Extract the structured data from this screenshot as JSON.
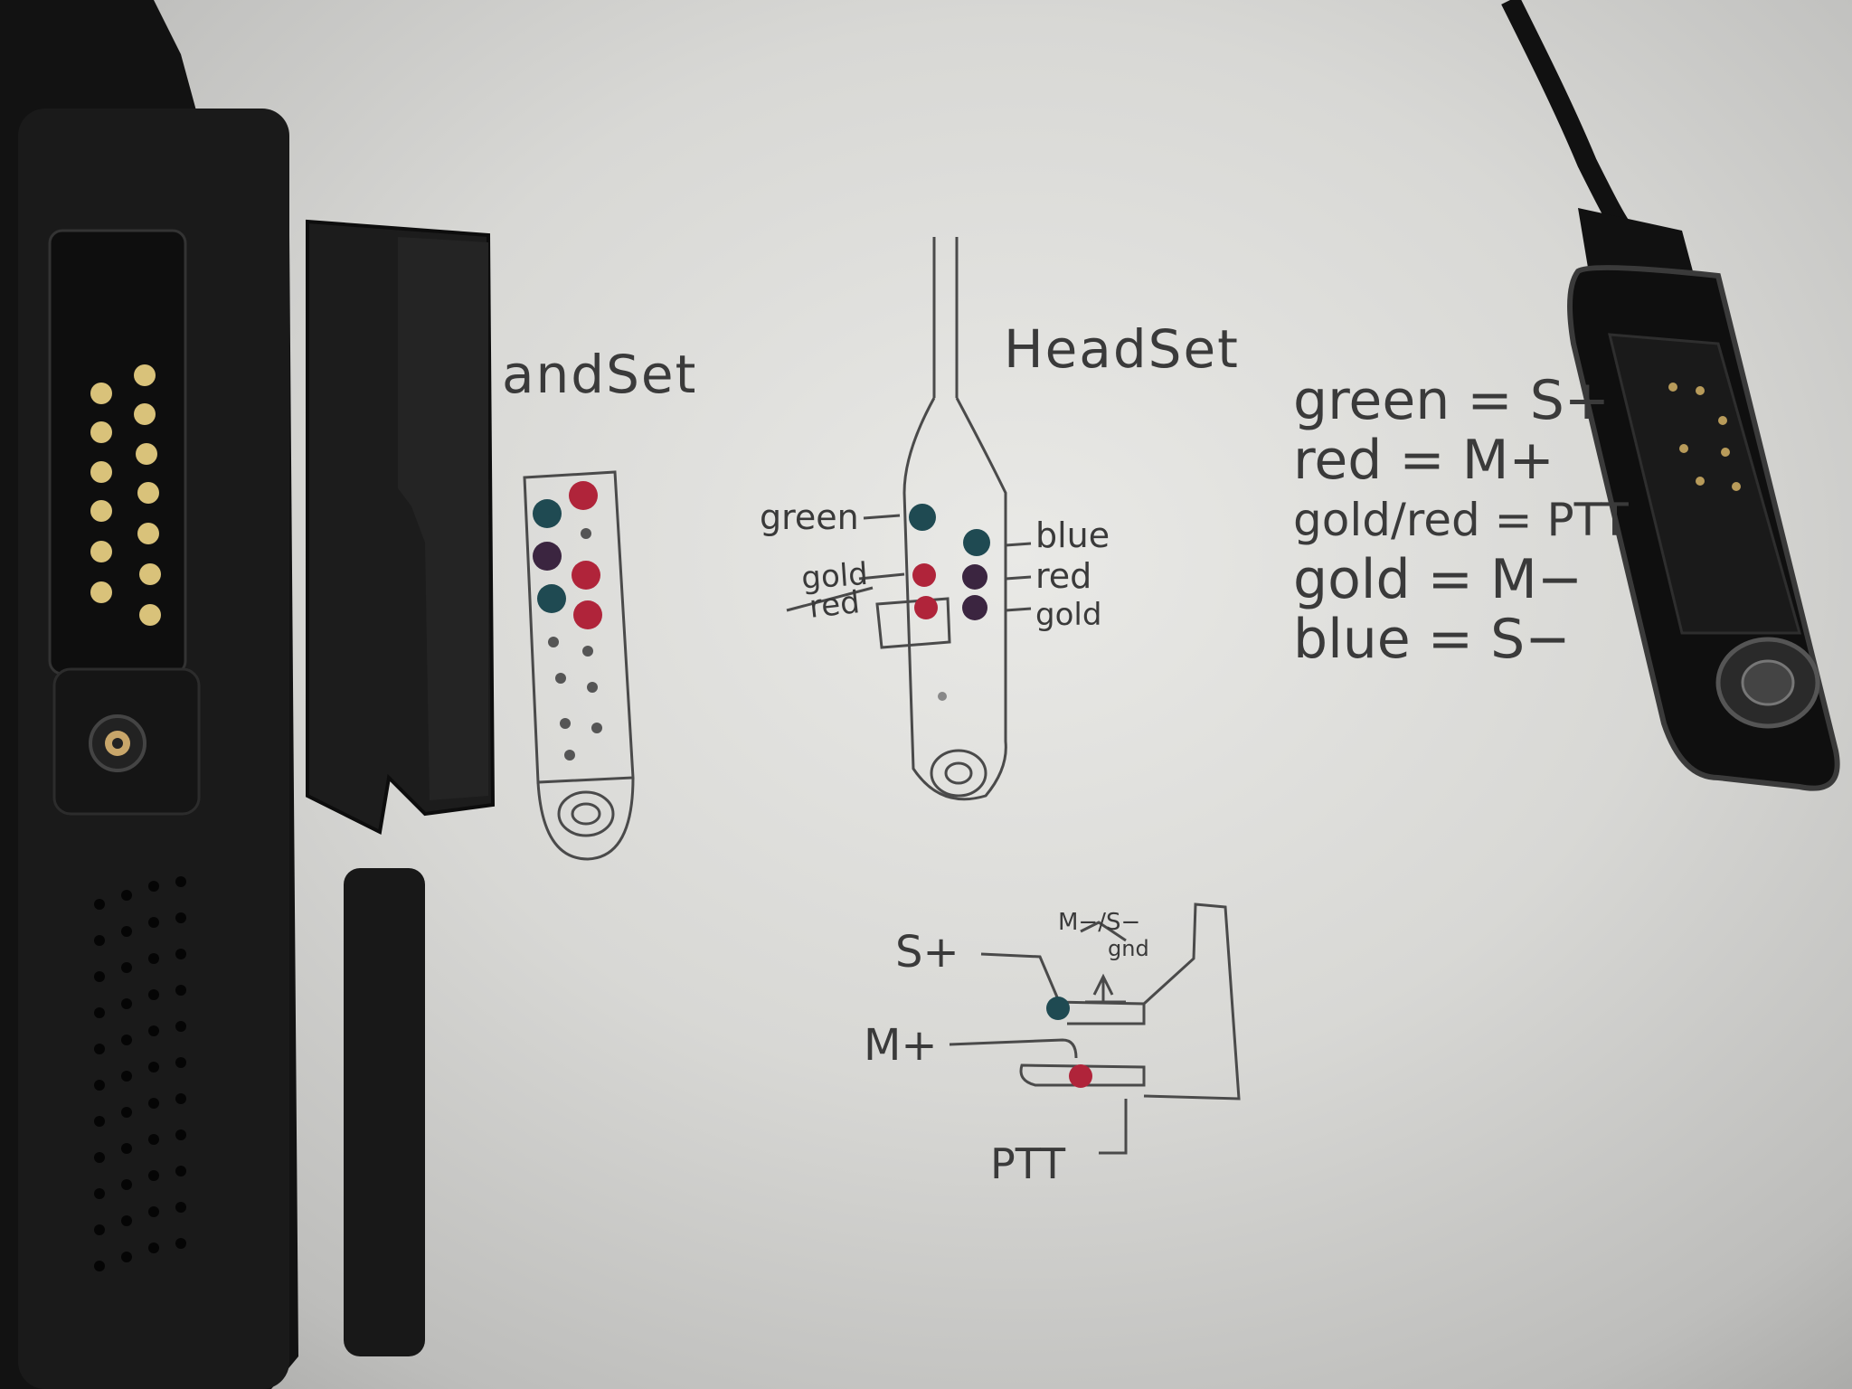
{
  "handset": {
    "title": "andSet"
  },
  "headset": {
    "title": "HeadSet",
    "labels": {
      "green": "green",
      "gold_red_top": "gold",
      "gold_red_bottom": "red",
      "blue": "blue",
      "red": "red",
      "gold": "gold"
    }
  },
  "legend": [
    "green = S+",
    "red = M+",
    "gold/red = PTT",
    "gold = M−",
    "blue = S−"
  ],
  "schematic": {
    "s_plus": "S+",
    "m_plus": "M+",
    "ptt": "PTT",
    "top_label": "M−/S−",
    "top_label_2": "gnd"
  },
  "colors": {
    "pencil": "#3a3a3a",
    "dot_green": "#1f4a52",
    "dot_red": "#b0243a",
    "dot_gold": "#3b2540",
    "radio_body": "#141414",
    "pin_gold": "#d9c27a"
  }
}
